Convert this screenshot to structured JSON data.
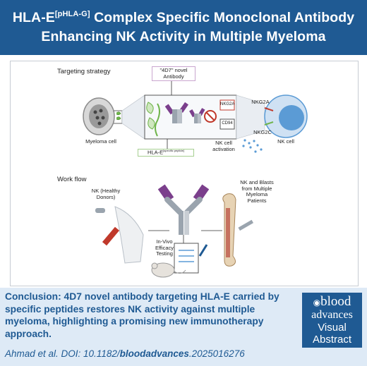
{
  "header": {
    "title_part1": "HLA-E",
    "title_sup": "[pHLA-G]",
    "title_part2": " Complex Specific Monoclonal Antibody",
    "title_line2": "Enhancing NK Activity in Multiple Myeloma"
  },
  "diagram": {
    "targeting_label": "Targeting strategy",
    "antibody_label_1": "\"4D7\" novel",
    "antibody_label_2": "Antibody",
    "myeloma_label": "Myeloma cell",
    "hla_label": "HLA-E",
    "hla_sup": "[specific peptide]",
    "nkg2a_box": "NKG2A",
    "cd94_box": "CD94",
    "nkg2a_label": "NKG2A",
    "nkg2c_label": "NKG2C",
    "nk_activation_1": "NK cell",
    "nk_activation_2": "activation",
    "nk_cell_label": "NK cell",
    "workflow_label": "Work flow",
    "nk_donors_1": "NK (Healthy",
    "nk_donors_2": "Donors)",
    "blasts_1": "NK and Blasts",
    "blasts_2": "from Multiple",
    "blasts_3": "Myeloma",
    "blasts_4": "Patients",
    "invivo_1": "In-Vivo",
    "invivo_2": "Efficacy",
    "invivo_3": "Testing"
  },
  "footer": {
    "conclusion_lead": "Conclusion:",
    "conclusion_text": " 4D7 novel antibody targeting HLA-E carried by specific peptides restores NK activity against multiple myeloma, highlighting a promising new immunotherapy approach.",
    "citation_prefix": "Ahmad et al. DOI: 10.1182/",
    "citation_journal": "bloodadvances",
    "citation_suffix": ".2025016276",
    "logo_1": "blood",
    "logo_2": "advances",
    "logo_3": "Visual",
    "logo_4": "Abstract"
  },
  "colors": {
    "header_bg": "#1f5a93",
    "footer_bg": "#deeaf6",
    "antibody_purple": "#7b3f8c",
    "nk_blue": "#5b9bd5",
    "receptor_red": "#c0392b",
    "myeloma_gray": "#8c8c8c",
    "leaf_green": "#6fb44a"
  }
}
